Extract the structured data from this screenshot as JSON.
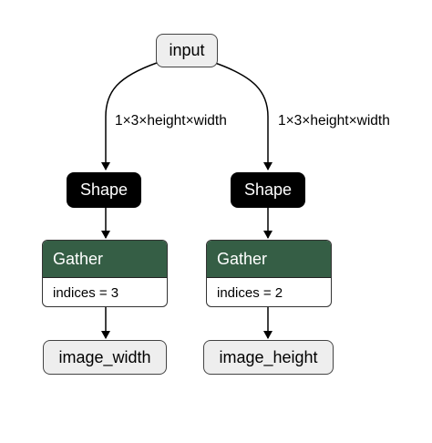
{
  "nodes": {
    "input": {
      "label": "input"
    },
    "shape_left": {
      "label": "Shape"
    },
    "shape_right": {
      "label": "Shape"
    },
    "gather_left": {
      "label": "Gather",
      "attribute": "indices = 3"
    },
    "gather_right": {
      "label": "Gather",
      "attribute": "indices = 2"
    },
    "output_left": {
      "label": "image_width"
    },
    "output_right": {
      "label": "image_height"
    }
  },
  "edges": {
    "input_to_shape_left": {
      "label": "1×3×height×width"
    },
    "input_to_shape_right": {
      "label": "1×3×height×width"
    }
  },
  "colors": {
    "io_fill": "#eeeeee",
    "op_fill": "#000000",
    "gather_header": "#355e45"
  }
}
